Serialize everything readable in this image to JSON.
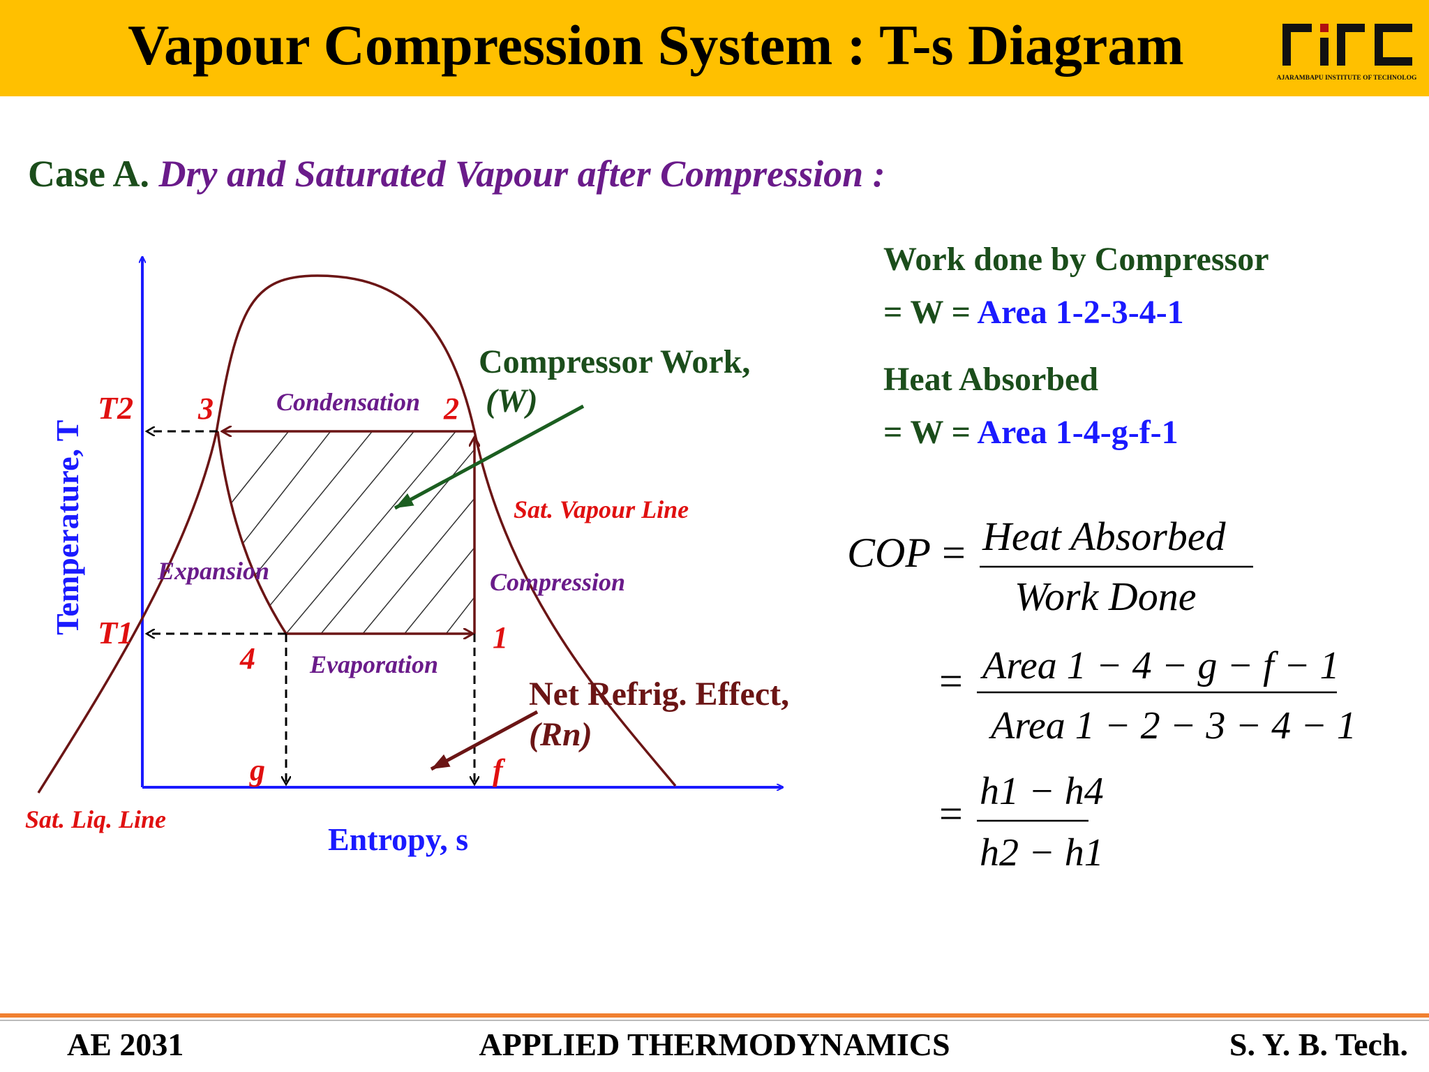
{
  "header": {
    "title": "Vapour Compression System : T-s Diagram",
    "logo_text": "RAJARAMBAPU INSTITUTE OF TECHNOLOGY"
  },
  "case": {
    "label": "Case A.",
    "description": "Dry and Saturated Vapour after Compression :"
  },
  "diagram": {
    "y_axis": "Temperature, T",
    "x_axis": "Entropy, s",
    "t2": "T2",
    "t1": "T1",
    "point_3": "3",
    "point_2": "2",
    "point_1": "1",
    "point_4": "4",
    "point_g": "g",
    "point_f": "f",
    "condensation": "Condensation",
    "expansion": "Expansion",
    "compression": "Compression",
    "evaporation": "Evaporation",
    "sat_vapour_line": "Sat. Vapour Line",
    "sat_liq_line": "Sat. Liq. Line",
    "compressor_work_1": "Compressor Work,",
    "compressor_work_2": "(W)",
    "net_refrig_1": "Net Refrig. Effect,",
    "net_refrig_2": "(Rn)"
  },
  "right": {
    "work_title": "Work done by Compressor",
    "work_eq": "= W =",
    "work_area": "Area 1-2-3-4-1",
    "heat_title": "Heat Absorbed",
    "heat_eq": "= W =",
    "heat_area": "Area 1-4-g-f-1"
  },
  "cop": {
    "lhs": "COP",
    "eq": "=",
    "num1": "Heat Absorbed",
    "den1": "Work Done",
    "num2": "Area 1 − 4 − g − f − 1",
    "den2": "Area 1 − 2 − 3 − 4 − 1",
    "num3": "h1 − h4",
    "den3": "h2 − h1"
  },
  "footer": {
    "left": "AE 2031",
    "center": "APPLIED THERMODYNAMICS",
    "right": "S. Y. B. Tech."
  },
  "colors": {
    "header_bg": "#ffc000",
    "axis": "#1a1aff",
    "curve": "#6b1515",
    "green": "#1b4d1b",
    "purple": "#6a1b8a",
    "red": "#e01010"
  }
}
